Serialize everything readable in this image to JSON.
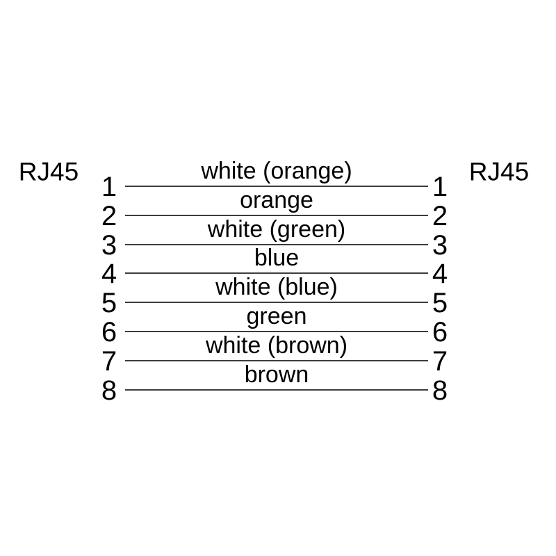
{
  "diagram": {
    "left_connector": "RJ45",
    "right_connector": "RJ45",
    "wires": [
      {
        "pin_left": "1",
        "label": "white (orange)",
        "pin_right": "1"
      },
      {
        "pin_left": "2",
        "label": "orange",
        "pin_right": "2"
      },
      {
        "pin_left": "3",
        "label": "white (green)",
        "pin_right": "3"
      },
      {
        "pin_left": "4",
        "label": "blue",
        "pin_right": "4"
      },
      {
        "pin_left": "5",
        "label": "white (blue)",
        "pin_right": "5"
      },
      {
        "pin_left": "6",
        "label": "green",
        "pin_right": "6"
      },
      {
        "pin_left": "7",
        "label": "white (brown)",
        "pin_right": "7"
      },
      {
        "pin_left": "8",
        "label": "brown",
        "pin_right": "8"
      }
    ]
  },
  "colors": {
    "background": "#ffffff",
    "text": "#000000",
    "wire_line": "#3c3c3c"
  }
}
